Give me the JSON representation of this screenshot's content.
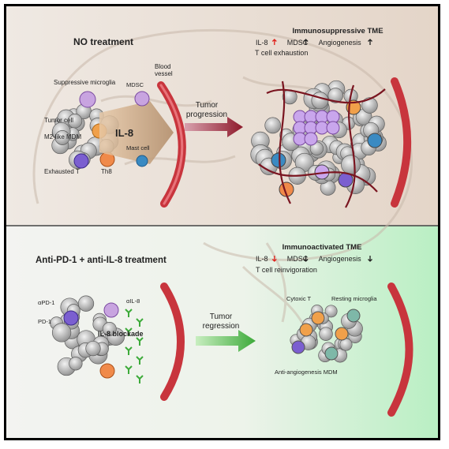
{
  "top_panel": {
    "heading": "NO treatment",
    "cell_labels": {
      "suppressive_microglia": "Suppressive microglia",
      "tumor_cell": "Tumor cell",
      "m2_mdm": "M2-like MDM",
      "exhausted_t": "Exhausted T",
      "th8": "Th8",
      "mdsc": "MDSC",
      "mast_cell": "Mast cell",
      "blood_vessel_line1": "Blood",
      "blood_vessel_line2": "vessel",
      "il8": "IL-8"
    },
    "arrow_label_line1": "Tumor",
    "arrow_label_line2": "progression",
    "tme_title": "Immunosuppressive TME",
    "markers": [
      {
        "label": "IL-8",
        "direction": "up",
        "color": "#e0201a"
      },
      {
        "label": "MDSC",
        "direction": "up",
        "color": "#222222"
      },
      {
        "label": "Angiogenesis",
        "direction": "up",
        "color": "#222222"
      }
    ],
    "status_line": "T cell exhaustion"
  },
  "bottom_panel": {
    "heading": "Anti-PD-1 + anti-IL-8 treatment",
    "labels": {
      "apd1": "αPD-1",
      "pd1": "PD-1",
      "ail8": "αIL-8",
      "blockade": "IL-8 blockade",
      "cytoxic_t": "Cytoxic T",
      "resting_microglia": "Resting microglia",
      "anti_angiogenesis_mdm": "Anti-angiogenesis MDM"
    },
    "arrow_label_line1": "Tumor",
    "arrow_label_line2": "regression",
    "tme_title": "Immunoactivated TME",
    "markers": [
      {
        "label": "IL-8",
        "direction": "down",
        "color": "#e0201a"
      },
      {
        "label": "MDSC",
        "direction": "down",
        "color": "#222222"
      },
      {
        "label": "Angiogenesis",
        "direction": "down",
        "color": "#222222"
      }
    ],
    "status_line": "T cell reinvigoration"
  },
  "colors": {
    "heading_gray": "#8a8a8a",
    "heading_green": "#1f9e3a",
    "il8_red": "#e0201a",
    "vessel": "#c8353d",
    "progression_arrow": "#8e1a2b",
    "regression_arrow": "#3daa3a",
    "background_top": "#ece4dc",
    "background_bottom": "#eaf5e6"
  }
}
